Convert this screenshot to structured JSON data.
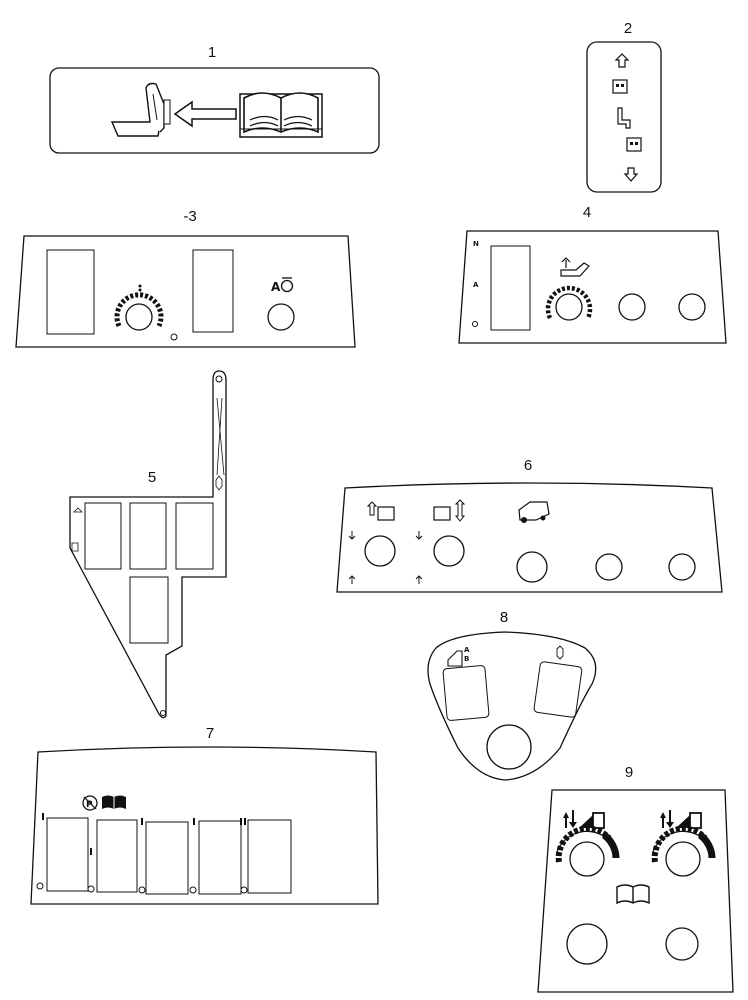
{
  "callouts": {
    "p1": "1",
    "p2": "2",
    "p3": "-3",
    "p4": "4",
    "p5": "5",
    "p6": "6",
    "p7": "7",
    "p8": "8",
    "p9": "9"
  },
  "panel4": {
    "letter_top": "N",
    "letter_mid": "A"
  },
  "panel8": {
    "letter_a": "A",
    "letter_b": "B"
  },
  "icons": {
    "panel1": [
      "seat-icon",
      "arrow-left-icon",
      "operator-manual-icon"
    ],
    "panel2": [
      "arrow-up-icon",
      "latch-icon",
      "arrow-down-icon"
    ],
    "panel3": [
      "dial-icon",
      "auto-function-icon"
    ],
    "panel4": [
      "loader-icon",
      "dial-icon"
    ],
    "panel6": [
      "lift-up-icon",
      "lift-down-icon",
      "tractor-icon"
    ],
    "panel7": [
      "no-park-icon",
      "operator-manual-icon"
    ],
    "panel9": [
      "lift-raise-lower-icon",
      "operator-manual-icon"
    ]
  },
  "colors": {
    "line": "#111111",
    "background": "#ffffff"
  }
}
